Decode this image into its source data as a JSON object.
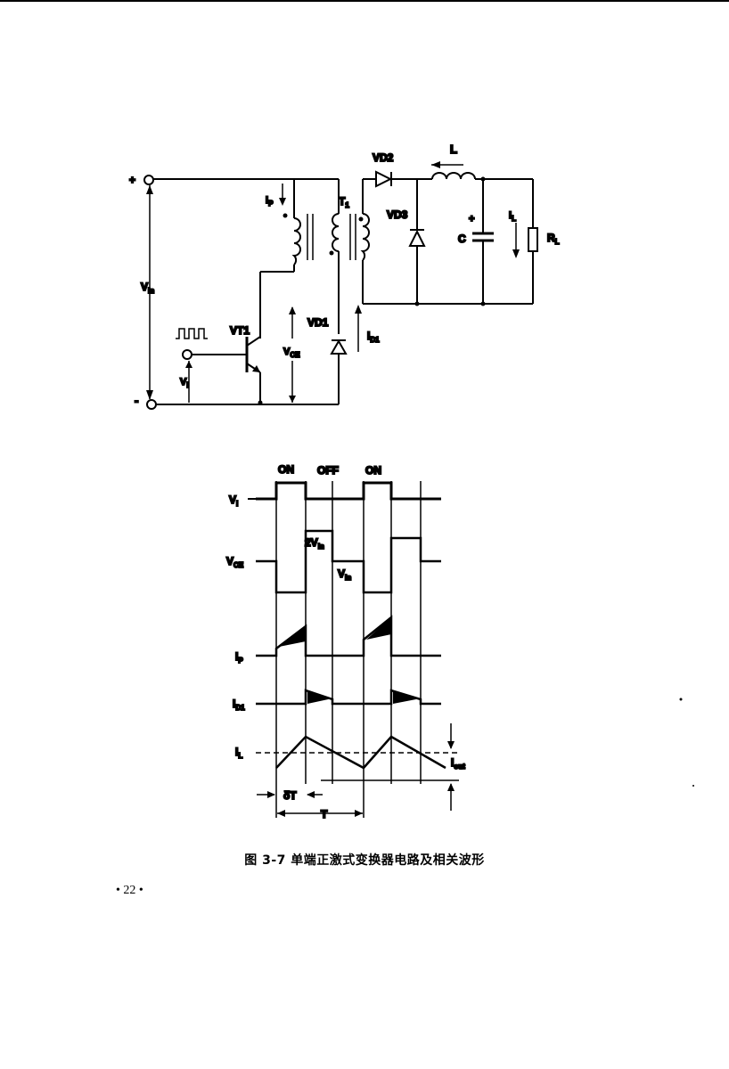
{
  "circuit": {
    "plus": "+",
    "minus": "-",
    "vin_main": "V",
    "vin_sub": "in",
    "ip_main": "I",
    "ip_sub": "P",
    "t1_main": "T",
    "t1_sub": "1",
    "vd2": "VD2",
    "l": "L",
    "vd3": "VD3",
    "cap_plus": "+",
    "c": "C",
    "il_main": "I",
    "il_sub": "L",
    "rl_main": "R",
    "rl_sub": "L",
    "vt1": "VT1",
    "vd1": "VD1",
    "id1_main": "I",
    "id1_sub": "D1",
    "vce_main": "V",
    "vce_sub": "CE",
    "vi_main": "V",
    "vi_sub": "i"
  },
  "waveforms": {
    "on1": "ON",
    "off": "OFF",
    "on2": "ON",
    "vi_main": "V",
    "vi_sub": "i",
    "vce_main": "V",
    "vce_sub": "CE",
    "two_vin_main": "2V",
    "two_vin_sub": "in",
    "vin_main": "V",
    "vin_sub": "in",
    "ip_main": "I",
    "ip_sub": "P",
    "id1_main": "I",
    "id1_sub": "D1",
    "il_main": "I",
    "il_sub": "L",
    "iout_main": "I",
    "iout_sub": "out",
    "delta_t": "δT",
    "t": "T"
  },
  "caption": "图 3-7   单端正激式变换器电路及相关波形",
  "page_number": "• 22 •"
}
